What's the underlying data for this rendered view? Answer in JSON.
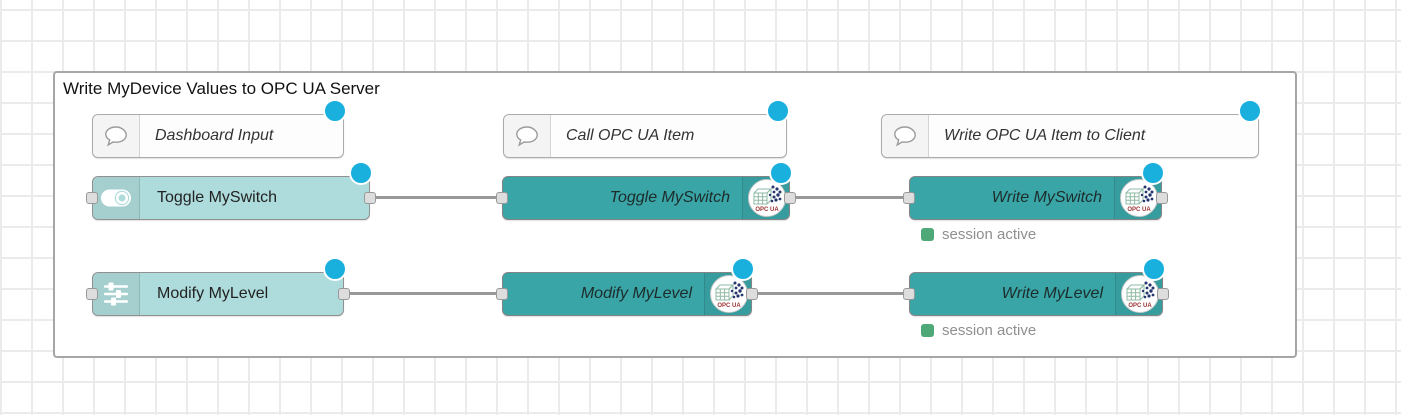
{
  "colors": {
    "node_light": "#aedbdb",
    "node_dark": "#3aa5a6",
    "changed_dot": "#1ab0de",
    "status_green": "#4ea878",
    "wire": "#999999",
    "grid_line": "#ebebeb"
  },
  "group": {
    "title": "Write MyDevice Values to OPC UA Server"
  },
  "comments": {
    "dashboard_input": {
      "label": "Dashboard Input"
    },
    "call_opcua_item": {
      "label": "Call OPC UA Item"
    },
    "write_opcua_item": {
      "label": "Write OPC UA Item to Client"
    }
  },
  "nodes": {
    "ui_switch": {
      "label": "Toggle MySwitch"
    },
    "ui_slider": {
      "label": "Modify MyLevel"
    },
    "call_switch": {
      "label": "Toggle MySwitch",
      "badge": "OPC UA"
    },
    "call_level": {
      "label": "Modify MyLevel",
      "badge": "OPC UA"
    },
    "write_switch": {
      "label": "Write MySwitch",
      "badge": "OPC UA",
      "status": "session active"
    },
    "write_level": {
      "label": "Write MyLevel",
      "badge": "OPC UA",
      "status": "session active"
    }
  }
}
